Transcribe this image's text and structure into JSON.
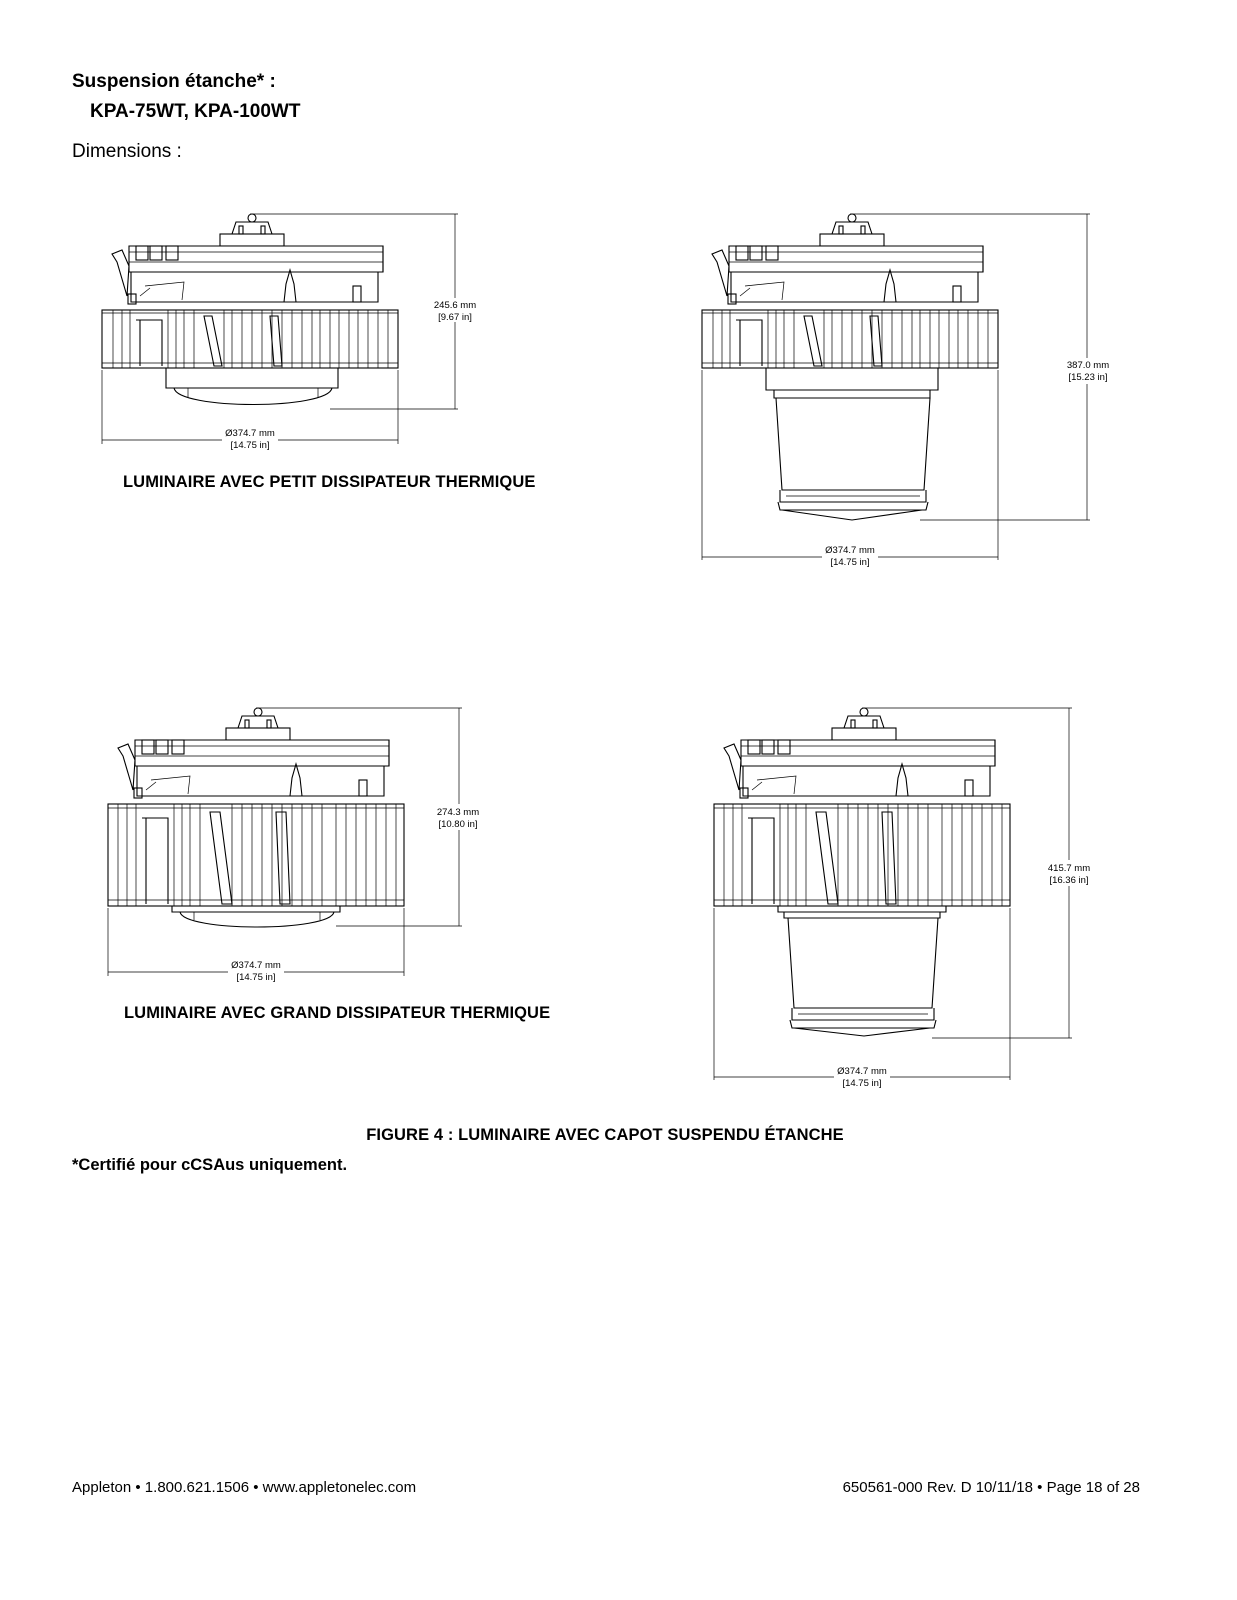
{
  "header": {
    "title": "Suspension étanche* :",
    "models": "KPA-75WT, KPA-100WT",
    "dimensions_label": "Dimensions :"
  },
  "figures": {
    "small_short": {
      "height_mm": "245.6 mm",
      "height_in": "[9.67 in]",
      "diameter_mm": "Ø374.7 mm",
      "diameter_in": "[14.75 in]"
    },
    "small_tall": {
      "height_mm": "387.0 mm",
      "height_in": "[15.23 in]",
      "diameter_mm": "Ø374.7 mm",
      "diameter_in": "[14.75 in]"
    },
    "large_short": {
      "height_mm": "274.3 mm",
      "height_in": "[10.80 in]",
      "diameter_mm": "Ø374.7 mm",
      "diameter_in": "[14.75 in]"
    },
    "large_tall": {
      "height_mm": "415.7 mm",
      "height_in": "[16.36 in]",
      "diameter_mm": "Ø374.7 mm",
      "diameter_in": "[14.75 in]"
    }
  },
  "captions": {
    "small": "LUMINAIRE AVEC PETIT DISSIPATEUR THERMIQUE",
    "large": "LUMINAIRE AVEC GRAND DISSIPATEUR THERMIQUE",
    "figure": "FIGURE 4 : LUMINAIRE AVEC CAPOT SUSPENDU ÉTANCHE"
  },
  "note": "*Certifié pour cCSAus uniquement.",
  "footer": {
    "left": "Appleton • 1.800.621.1506 • www.appletonelec.com",
    "right": "650561-000 Rev. D 10/11/18 • Page 18 of 28"
  }
}
